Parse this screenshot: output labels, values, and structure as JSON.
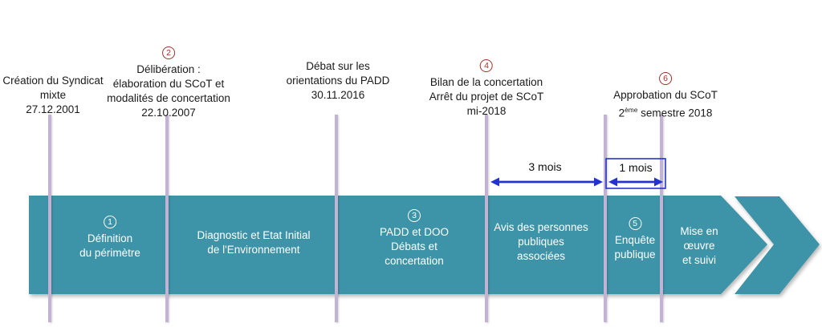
{
  "milestones": [
    {
      "num": "",
      "lines": [
        "Création du Syndicat",
        "mixte",
        "27.12.2001"
      ]
    },
    {
      "num": "2",
      "lines": [
        "Délibération :",
        "élaboration du SCoT et",
        "modalités de concertation",
        "22.10.2007"
      ]
    },
    {
      "num": "",
      "lines": [
        "Débat sur les",
        "orientations du PADD",
        "30.11.2016"
      ]
    },
    {
      "num": "4",
      "lines": [
        "Bilan de la concertation",
        "Arrêt du projet de SCoT",
        "mi-2018"
      ]
    },
    {
      "num": "6",
      "line1": "Approbation du SCoT",
      "line2": {
        "base": "2",
        "sup": "ème",
        "rest": " semestre 2018"
      }
    }
  ],
  "phases": [
    {
      "num": "1",
      "lines": [
        "Définition",
        "du périmètre"
      ]
    },
    {
      "num": "",
      "lines": [
        "Diagnostic et Etat Initial",
        "de l'Environnement"
      ]
    },
    {
      "num": "3",
      "lines": [
        "PADD et DOO",
        "Débats et",
        "concertation"
      ]
    },
    {
      "num": "",
      "lines": [
        "Avis des personnes",
        "publiques",
        "associées"
      ]
    },
    {
      "num": "5",
      "lines": [
        "Enquête",
        "publique"
      ]
    },
    {
      "num": "",
      "lines": [
        "Mise en",
        "œuvre",
        "et suivi"
      ]
    }
  ],
  "durations": [
    {
      "label": "3 mois"
    },
    {
      "label": "1 mois"
    }
  ],
  "colors": {
    "band_teal": "#3d93a7",
    "timeline_line": "#c2b3d5",
    "milestone_number_red": "#a03128",
    "duration_blue": "#2433cf"
  }
}
